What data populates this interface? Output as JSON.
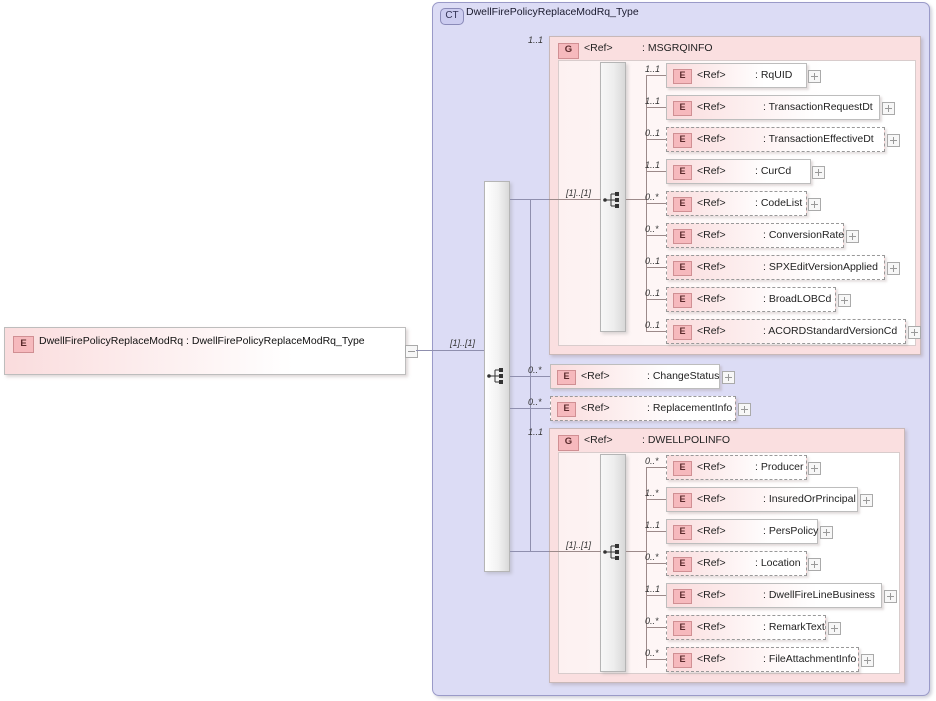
{
  "diagram": {
    "type": "xsd-schema-diagram",
    "root_element": {
      "kind": "E",
      "tag": "E",
      "label": "DwellFirePolicyReplaceModRq  : DwellFirePolicyReplaceModRq_Type",
      "expander": "minus-box",
      "occurrence": ""
    },
    "complex_type": {
      "tag": "CT",
      "title": "DwellFirePolicyReplaceModRq_Type",
      "compositor": "sequence",
      "compositor_occurrence": "[1]..[1]",
      "children": [
        {
          "node": "group",
          "tag": "G",
          "ref": "<Ref>",
          "name": ": MSGRQINFO",
          "occurrence": "1..1",
          "optional": false,
          "compositor": "sequence",
          "compositor_occurrence": "[1]..[1]",
          "elements": [
            {
              "tag": "E",
              "ref": "<Ref>",
              "name": ": RqUID",
              "occurrence": "1..1",
              "optional": false,
              "expander": "plus-box"
            },
            {
              "tag": "E",
              "ref": "<Ref>",
              "name": ": TransactionRequestDt",
              "occurrence": "1..1",
              "optional": false,
              "expander": "plus-box"
            },
            {
              "tag": "E",
              "ref": "<Ref>",
              "name": ": TransactionEffectiveDt",
              "occurrence": "0..1",
              "optional": true,
              "expander": "plus-box"
            },
            {
              "tag": "E",
              "ref": "<Ref>",
              "name": ": CurCd",
              "occurrence": "1..1",
              "optional": false,
              "expander": "plus-box"
            },
            {
              "tag": "E",
              "ref": "<Ref>",
              "name": ": CodeList",
              "occurrence": "0..*",
              "optional": true,
              "expander": "plus-box"
            },
            {
              "tag": "E",
              "ref": "<Ref>",
              "name": ": ConversionRate",
              "occurrence": "0..*",
              "optional": true,
              "expander": "plus-box"
            },
            {
              "tag": "E",
              "ref": "<Ref>",
              "name": ": SPXEditVersionApplied",
              "occurrence": "0..1",
              "optional": true,
              "expander": "plus-box"
            },
            {
              "tag": "E",
              "ref": "<Ref>",
              "name": ": BroadLOBCd",
              "occurrence": "0..1",
              "optional": true,
              "expander": "plus-box"
            },
            {
              "tag": "E",
              "ref": "<Ref>",
              "name": ": ACORDStandardVersionCd",
              "occurrence": "0..1",
              "optional": true,
              "expander": "plus-box"
            }
          ]
        },
        {
          "node": "element",
          "tag": "E",
          "ref": "<Ref>",
          "name": ": ChangeStatus",
          "occurrence": "0..*",
          "optional": true,
          "expander": "plus-box"
        },
        {
          "node": "element",
          "tag": "E",
          "ref": "<Ref>",
          "name": ": ReplacementInfo",
          "occurrence": "0..*",
          "optional": true,
          "expander": "plus-box"
        },
        {
          "node": "group",
          "tag": "G",
          "ref": "<Ref>",
          "name": ": DWELLPOLINFO",
          "occurrence": "1..1",
          "optional": false,
          "compositor": "sequence",
          "compositor_occurrence": "[1]..[1]",
          "elements": [
            {
              "tag": "E",
              "ref": "<Ref>",
              "name": ": Producer",
              "occurrence": "0..*",
              "optional": true,
              "expander": "plus-box"
            },
            {
              "tag": "E",
              "ref": "<Ref>",
              "name": ": InsuredOrPrincipal",
              "occurrence": "1..*",
              "optional": false,
              "expander": "plus-box"
            },
            {
              "tag": "E",
              "ref": "<Ref>",
              "name": ": PersPolicy",
              "occurrence": "1..1",
              "optional": false,
              "expander": "plus-box"
            },
            {
              "tag": "E",
              "ref": "<Ref>",
              "name": ": Location",
              "occurrence": "0..*",
              "optional": true,
              "expander": "plus-box"
            },
            {
              "tag": "E",
              "ref": "<Ref>",
              "name": ": DwellFireLineBusiness",
              "occurrence": "1..1",
              "optional": false,
              "expander": "plus-box"
            },
            {
              "tag": "E",
              "ref": "<Ref>",
              "name": ": RemarkText",
              "occurrence": "0..*",
              "optional": true,
              "expander": "plus-box"
            },
            {
              "tag": "E",
              "ref": "<Ref>",
              "name": ": FileAttachmentInfo",
              "occurrence": "0..*",
              "optional": true,
              "expander": "plus-box"
            }
          ]
        }
      ]
    },
    "colors": {
      "complextype_bg": "#dcdcf5",
      "group_bg": "#fadfe0",
      "element_bg": "#fadcdd",
      "element_badge": "#f6b9bd",
      "line": "#8f8fae",
      "page_bg": "#ffffff"
    }
  }
}
